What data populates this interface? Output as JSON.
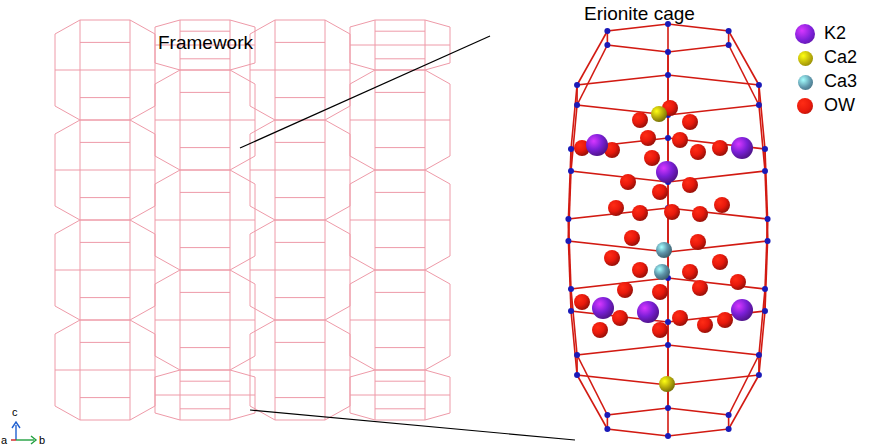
{
  "diagram": {
    "labels": [
      "Framework",
      "Erionite cage",
      "c",
      "a",
      "b"
    ],
    "legend": [
      {
        "text": "K2",
        "color": "#7a1fd6"
      },
      {
        "text": "Ca2",
        "color": "#b8ad0a"
      },
      {
        "text": "Ca3",
        "color": "#5d93a8"
      },
      {
        "text": "OW",
        "color": "#e8190c"
      }
    ]
  }
}
